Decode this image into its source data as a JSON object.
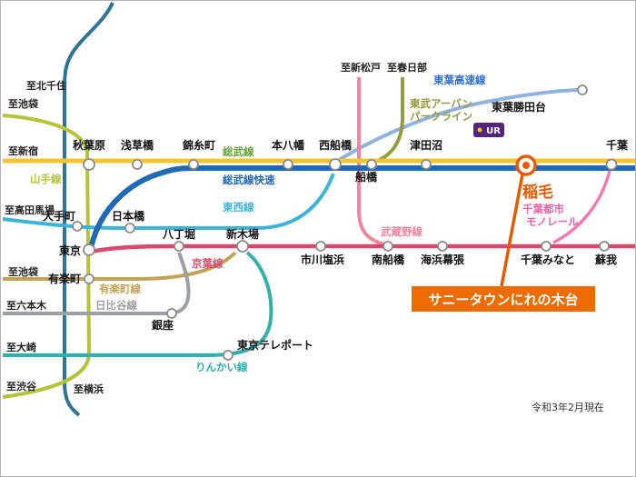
{
  "map": {
    "footnote": "令和3年2月現在"
  },
  "highlight": {
    "station_label": "稲毛",
    "color": "#e85a00"
  },
  "callout": {
    "label": "サニータウンにれの木台",
    "bg_color": "#ed6c00",
    "text_color": "#ffffff"
  },
  "ur_badge": {
    "label": "UR",
    "bg_color": "#52247f",
    "accent_color": "#f5c400"
  },
  "lines": {
    "keihin": {
      "color": "#2f7396"
    },
    "yamanote": {
      "name": "山手線",
      "color": "#b5c23a"
    },
    "sobu_local": {
      "name": "総武線",
      "color": "#f4c530",
      "label_color": "#61a437"
    },
    "sobu_rapid": {
      "name": "総武線快速",
      "color": "#2069b4"
    },
    "tozai": {
      "name": "東西線",
      "color": "#3cb4d8"
    },
    "keiyo": {
      "name": "京葉線",
      "color": "#d9496b"
    },
    "musashino": {
      "name": "武蔵野線",
      "color": "#f2849c"
    },
    "yurakucho": {
      "name": "有楽町線",
      "color": "#c4a255"
    },
    "hibiya": {
      "name": "日比谷線",
      "color": "#9aa0a6"
    },
    "rinkai": {
      "name": "りんかい線",
      "color": "#2fb0ad"
    },
    "toyo": {
      "name": "東葉高速線",
      "color": "#8fb2e0",
      "label_color": "#2f6fd0"
    },
    "tobu": {
      "name_line1": "東武アーバン",
      "name_line2": "パークライン",
      "color": "#95993f"
    },
    "monorail": {
      "name_line1": "千葉都市",
      "name_line2": "モノレール",
      "color": "#f07ab2",
      "label_color": "#f060a6"
    }
  },
  "stations": {
    "akihabara": "秋葉原",
    "asakusabashi": "浅草橋",
    "kinshicho": "錦糸町",
    "motoyawata": "本八幡",
    "nishifunabashi": "西船橋",
    "funabashi": "船橋",
    "tsudanuma": "津田沼",
    "chiba": "千葉",
    "toyokatsutadai": "東葉勝田台",
    "otemachi": "大手町",
    "nihombashi": "日本橋",
    "tokyo": "東京",
    "hatchobori": "八丁堀",
    "shinkiba": "新木場",
    "ichikawashiohama": "市川塩浜",
    "minamifunabashi": "南船橋",
    "kaihimmakuhari": "海浜幕張",
    "chibaminato": "千葉みなと",
    "soga": "蘇我",
    "yurakucho": "有楽町",
    "ginza": "銀座",
    "tokyoteleport": "東京テレポート"
  },
  "directions": {
    "kitasenju": "至北千住",
    "ikebukuro1": "至池袋",
    "shinjuku": "至新宿",
    "takadanobaba": "至高田馬場",
    "ikebukuro2": "至池袋",
    "roppongi": "至六本木",
    "osaki": "至大崎",
    "shibuya": "至渋谷",
    "yokohama": "至横浜",
    "shimmatsudo": "至新松戸",
    "kasukabe": "至春日部"
  }
}
